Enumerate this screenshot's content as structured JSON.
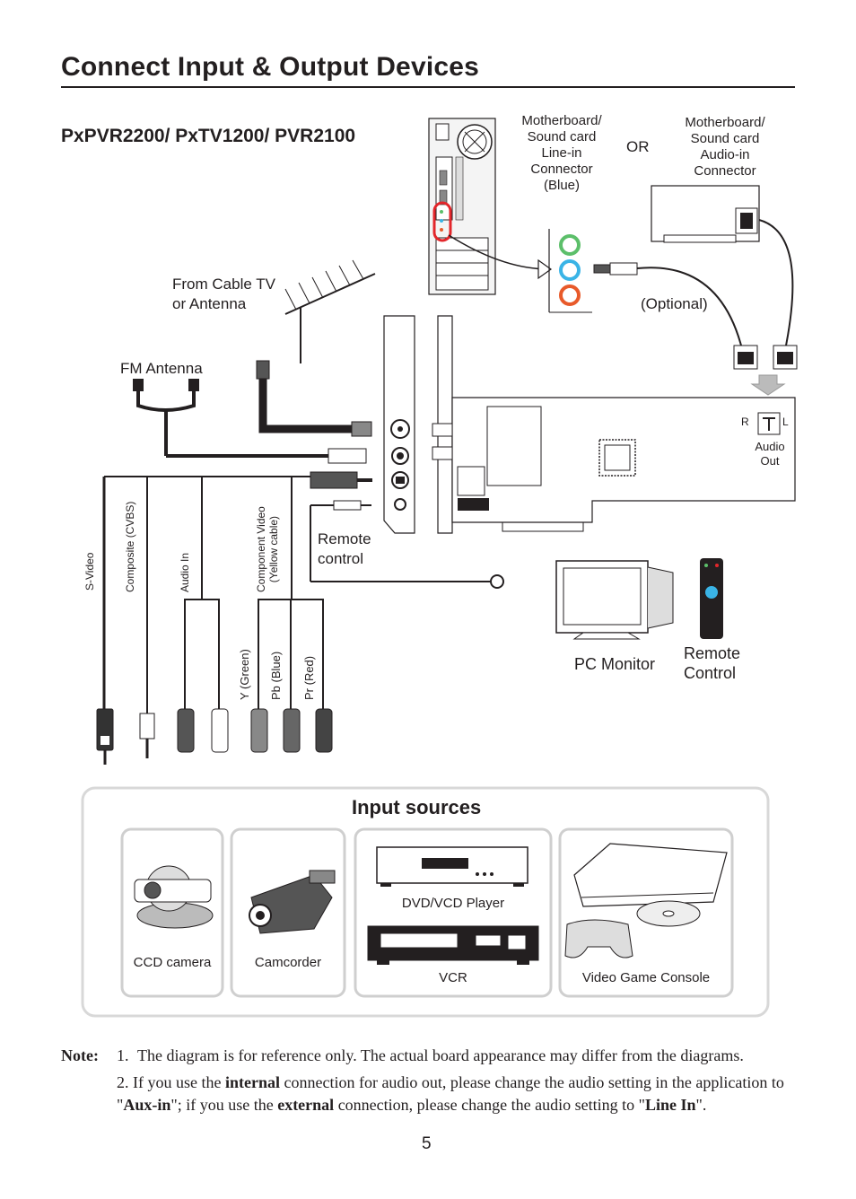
{
  "title": "Connect Input & Output Devices",
  "subtitle": "PxPVR2200/ PxTV1200/ PVR2100",
  "labels": {
    "line_in": "Motherboard/\nSound card\nLine-in\nConnector\n(Blue)",
    "or": "OR",
    "audio_in": "Motherboard/\nSound card\nAudio-in\nConnector",
    "optional": "(Optional)",
    "cable_tv": "From Cable TV\nor Antenna",
    "fm_antenna": "FM Antenna",
    "audio_out": "Audio\nOut",
    "audio_r": "R",
    "audio_l": "L",
    "remote_control_cable": "Remote\ncontrol",
    "pc_monitor": "PC Monitor",
    "remote_control_device": "Remote\nControl"
  },
  "cable_labels": {
    "s_video": "S-Video",
    "composite": "Composite (CVBS)",
    "audio_in": "Audio In",
    "component": "Component Video\n(Yellow cable)",
    "y_green": "Y (Green)",
    "pb_blue": "Pb (Blue)",
    "pr_red": "Pr (Red)"
  },
  "input_sources": {
    "title": "Input sources",
    "items": [
      "CCD camera",
      "Camcorder",
      "DVD/VCD Player",
      "VCR",
      "Video Game Console"
    ]
  },
  "notes": {
    "label": "Note:",
    "note1_prefix": "1.",
    "note1": "The diagram is for reference only. The actual board appearance may differ from the diagrams.",
    "note2_prefix": "2. If you use the ",
    "note2_b1": "internal",
    "note2_mid1": " connection for audio out, please change the audio setting in the application to \"",
    "note2_b2": "Aux-in",
    "note2_mid2": "\"; if you use the ",
    "note2_b3": "external",
    "note2_mid3": " connection, please change the audio setting to \"",
    "note2_b4": "Line In",
    "note2_end": "\"."
  },
  "page_number": "5",
  "colors": {
    "jack_green": "#5cbf6a",
    "jack_blue": "#3ab4e6",
    "jack_red": "#e85a2a",
    "highlight": "#e3262b"
  }
}
